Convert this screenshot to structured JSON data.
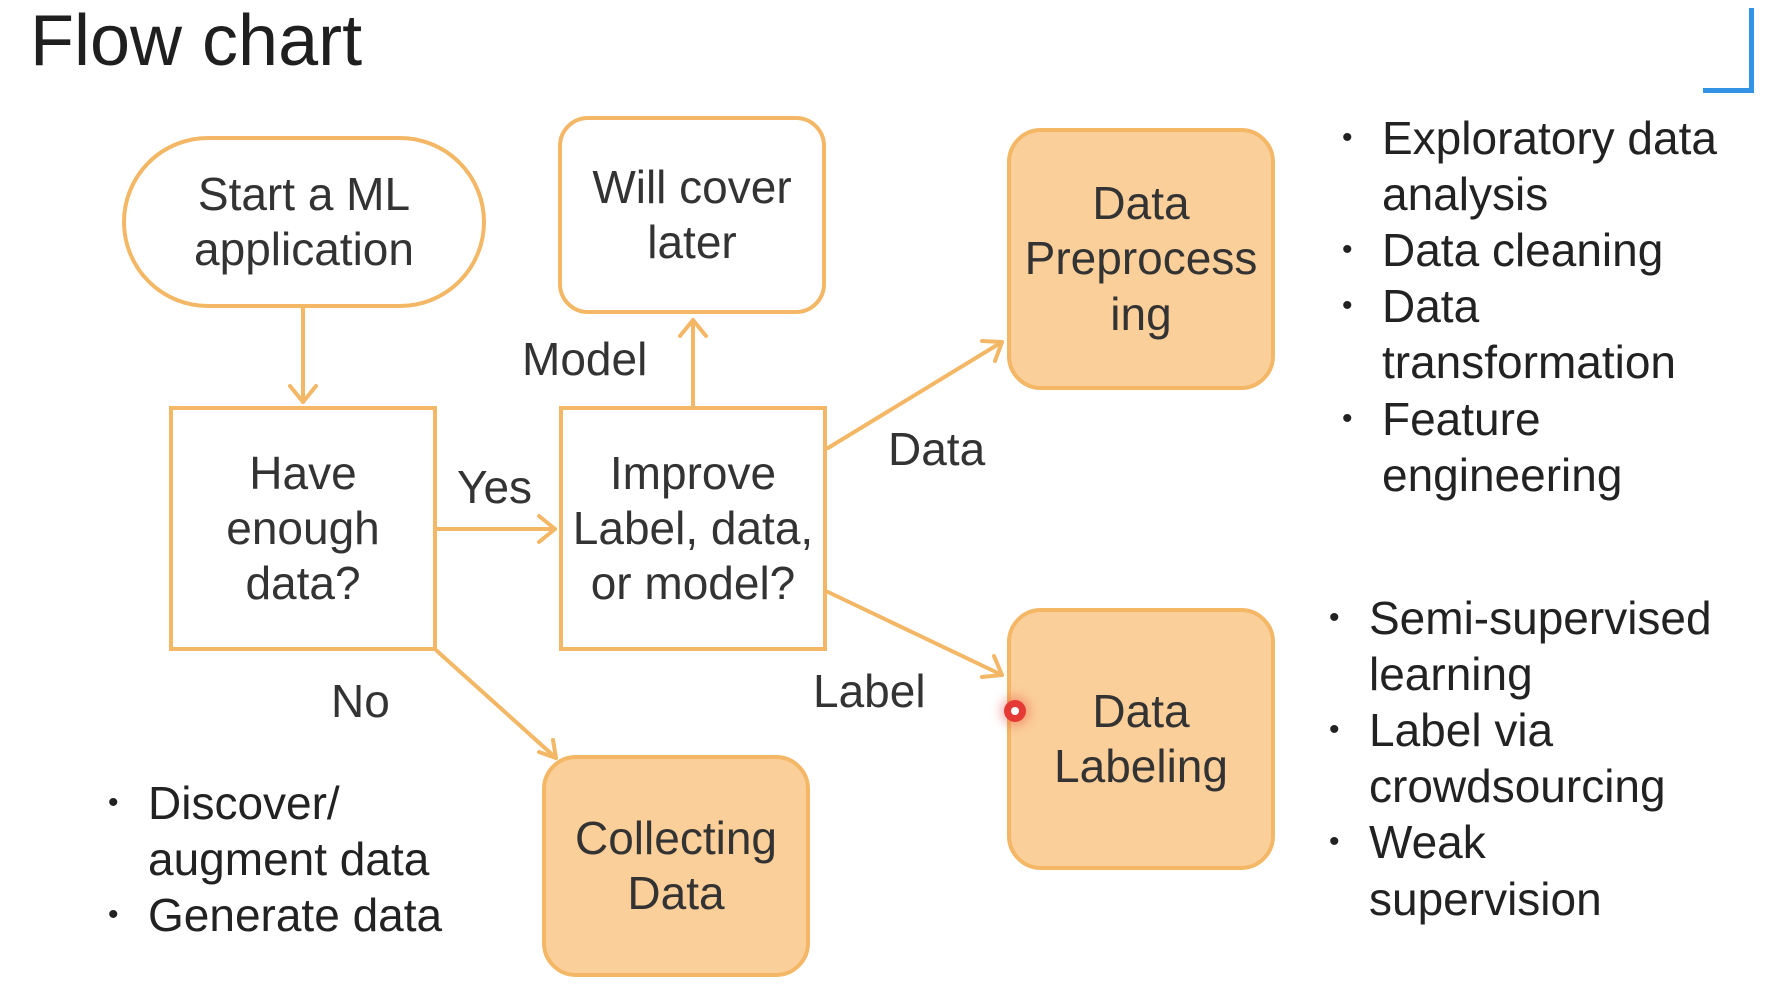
{
  "title": "Flow chart",
  "nodes": {
    "start": "Start a ML\napplication",
    "enough_data": "Have\nenough\ndata?",
    "improve": "Improve\nLabel, data,\nor model?",
    "cover_later": "Will cover\nlater",
    "preprocessing": "Data\nPreprocess\ning",
    "labeling": "Data\nLabeling",
    "collecting": "Collecting\nData"
  },
  "edges": {
    "yes": "Yes",
    "no": "No",
    "model": "Model",
    "data": "Data",
    "label": "Label"
  },
  "bullets": {
    "preprocessing": [
      "Exploratory data analysis",
      "Data cleaning",
      "Data transformation",
      "Feature engineering"
    ],
    "labeling": [
      "Semi-supervised learning",
      "Label via crowdsourcing",
      "Weak supervision"
    ],
    "collecting": [
      "Discover/ augment data",
      "Generate data"
    ]
  },
  "colors": {
    "accent": "#f3b766",
    "fill": "#fbcf99"
  }
}
